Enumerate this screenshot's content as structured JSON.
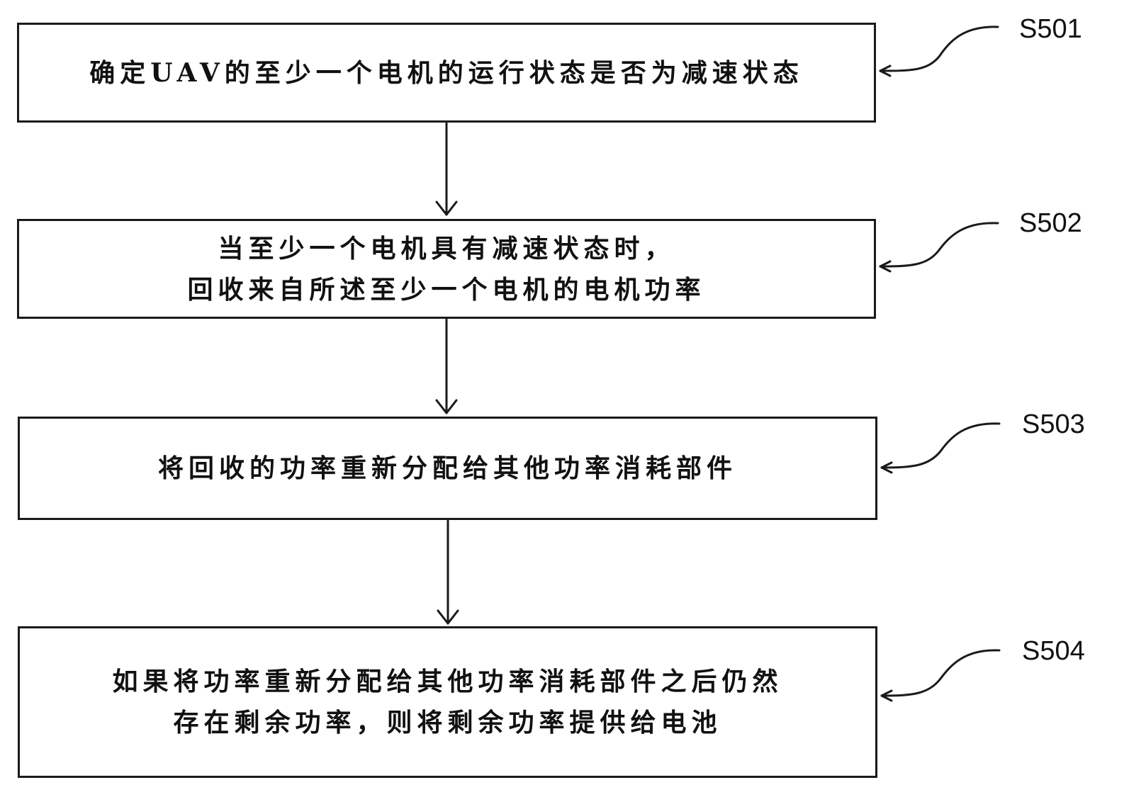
{
  "steps": [
    {
      "id": "S501",
      "text": "确定UAV的至少一个电机的运行状态是否为减速状态"
    },
    {
      "id": "S502",
      "text": "当至少一个电机具有减速状态时，\n回收来自所述至少一个电机的电机功率"
    },
    {
      "id": "S503",
      "text": "将回收的功率重新分配给其他功率消耗部件"
    },
    {
      "id": "S504",
      "text": "如果将功率重新分配给其他功率消耗部件之后仍然\n存在剩余功率，则将剩余功率提供给电池"
    }
  ]
}
